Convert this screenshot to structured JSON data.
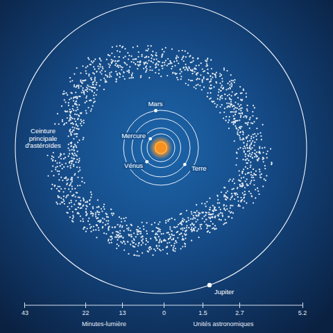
{
  "diagram": {
    "labels": [
      "Mars",
      "Mercure",
      "Vénus",
      "Terre",
      "Ceinture principale d'astéroïdes",
      "Jupiter",
      "43",
      "22",
      "13",
      "0",
      "1.5",
      "2.7",
      "5.2",
      "Minutes-lumière",
      "Unités astronomiques"
    ]
  }
}
